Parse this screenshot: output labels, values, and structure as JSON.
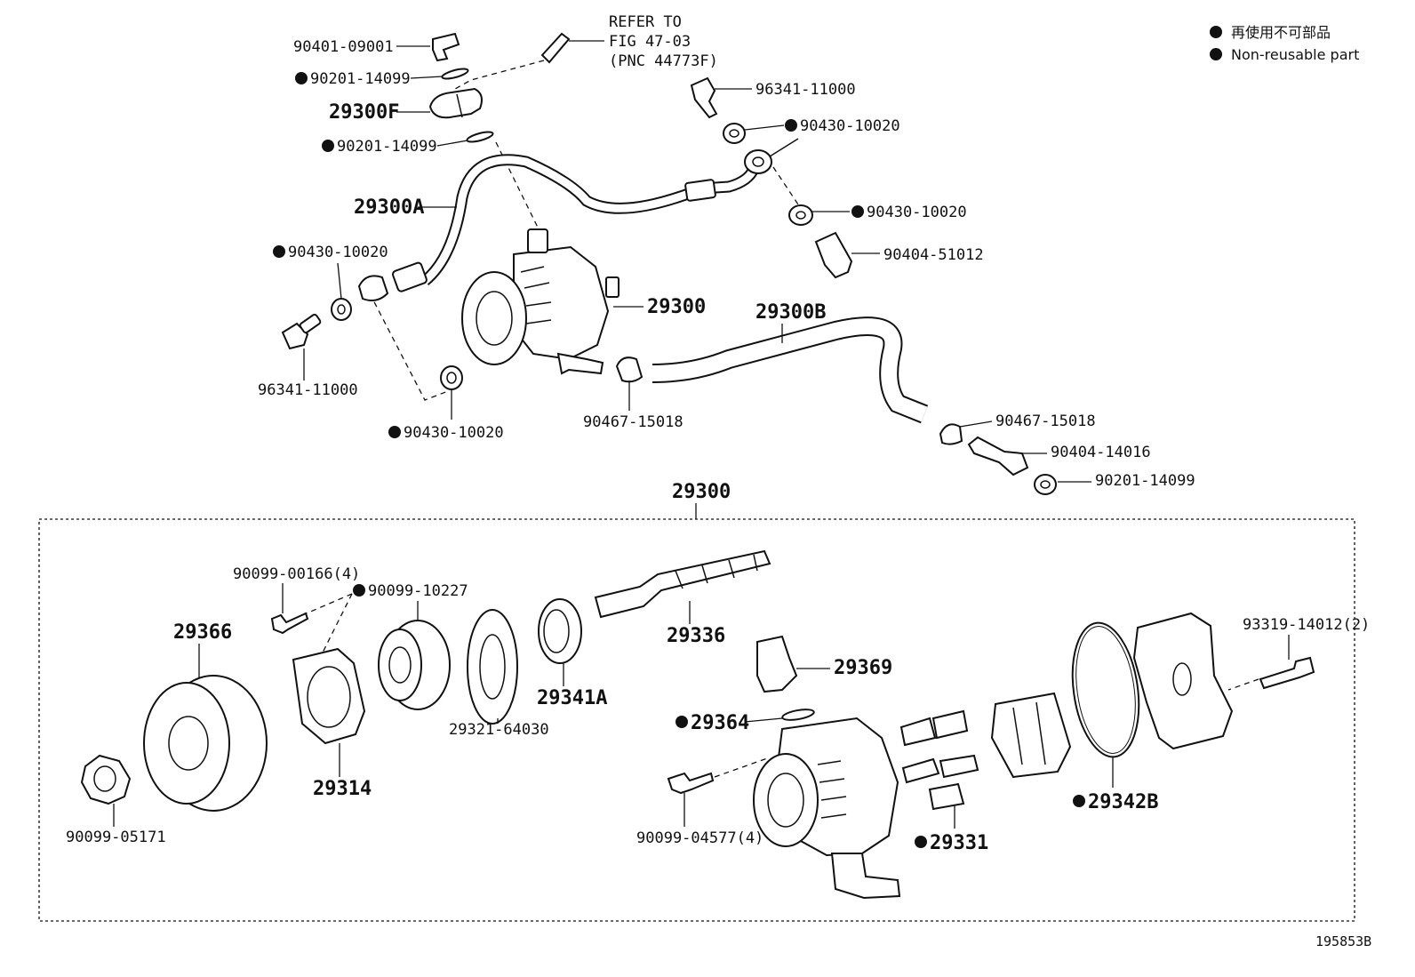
{
  "legend": {
    "line1": "再使用不可部品",
    "line2": "Non-reusable part"
  },
  "refer_note": {
    "line1": "REFER TO",
    "line2": "FIG 47-03",
    "line3": "(PNC 44773F)"
  },
  "upper_labels": {
    "p90401_09001": "90401-09001",
    "p90201_14099_a": "90201-14099",
    "p29300F": "29300F",
    "p90201_14099_b": "90201-14099",
    "p29300A": "29300A",
    "p90430_10020_a": "90430-10020",
    "p96341_11000_a": "96341-11000",
    "p90430_10020_b": "90430-10020",
    "p96341_11000_b": "96341-11000",
    "p90430_10020_c": "90430-10020",
    "p90430_10020_d": "90430-10020",
    "p90404_51012": "90404-51012",
    "p29300": "29300",
    "p29300B": "29300B",
    "p90467_15018_a": "90467-15018",
    "p90467_15018_b": "90467-15018",
    "p90404_14016": "90404-14016",
    "p90201_14099_c": "90201-14099"
  },
  "assembly": {
    "title": "29300",
    "labels": {
      "p90099_00166": "90099-00166(4)",
      "p90099_10227": "90099-10227",
      "p29366": "29366",
      "p29314": "29314",
      "p90099_05171": "90099-05171",
      "p29321_64030": "29321-64030",
      "p29341A": "29341A",
      "p29336": "29336",
      "p29369": "29369",
      "p29364": "29364",
      "p90099_04577": "90099-04577(4)",
      "p29331": "29331",
      "p29342B": "29342B",
      "p93319_14012": "93319-14012(2)"
    }
  },
  "figure_id": "195853B"
}
